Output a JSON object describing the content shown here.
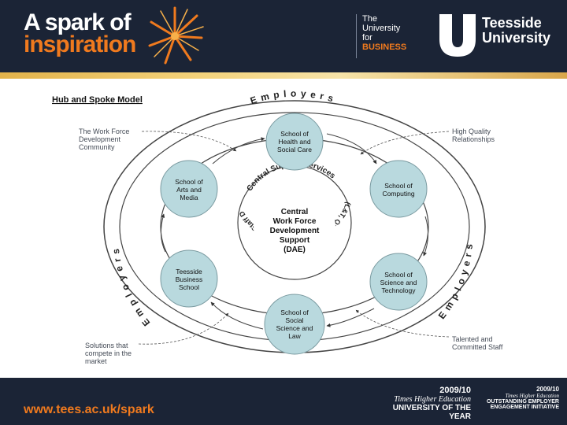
{
  "header": {
    "slogan_line1": "A spark of",
    "slogan_line2": "inspiration",
    "university_for_business": [
      "The",
      "University",
      "for",
      "BUSINESS"
    ],
    "university_name": [
      "Teesside",
      "University"
    ]
  },
  "diagram": {
    "title": "Hub and Spoke Model",
    "outer_label_top": "E m p l o y e r s",
    "outer_label_left": "E m p l o y e r s",
    "outer_label_right": "E m p l o y e r s",
    "hub": [
      "Central",
      "Work Force",
      "Development",
      "Support",
      "(DAE)"
    ],
    "ring_label_top": "Central Support Services",
    "ring_label_right": "(L&T, Quality, Communications, Staff Development)",
    "spokes": [
      [
        "School of",
        "Health and",
        "Social Care"
      ],
      [
        "School of",
        "Computing"
      ],
      [
        "School of",
        "Science and",
        "Technology"
      ],
      [
        "School of",
        "Social",
        "Science and",
        "Law"
      ],
      [
        "Teesside",
        "Business",
        "School"
      ],
      [
        "School of",
        "Arts and",
        "Media"
      ]
    ],
    "annotations": {
      "top_left": [
        "The Work Force",
        "Development",
        "Community"
      ],
      "top_right": [
        "High Quality",
        "Relationships"
      ],
      "bottom_left": [
        "Solutions that",
        "compete in the",
        "market"
      ],
      "bottom_right": [
        "Talented and",
        "Committed Staff"
      ]
    },
    "colors": {
      "node_fill": "#b9d9de",
      "ring_stroke": "#555555"
    }
  },
  "footer": {
    "url": "www.tees.ac.uk/spark",
    "award1": [
      "2009/10",
      "Times Higher Education",
      "UNIVERSITY OF THE YEAR"
    ],
    "award2": [
      "2009/10",
      "Times Higher Education",
      "OUTSTANDING EMPLOYER",
      "ENGAGEMENT INITIATIVE"
    ]
  }
}
